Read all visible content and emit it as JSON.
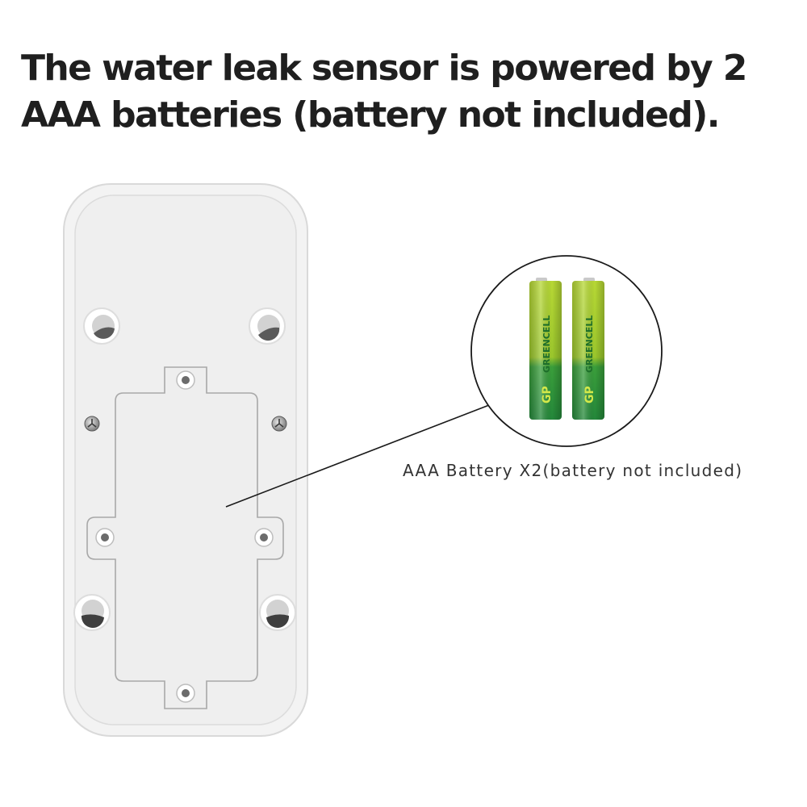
{
  "headline": "The water leak sensor is powered by 2 AAA batteries (battery not included).",
  "callout": {
    "label": "AAA Battery X2(battery not included)"
  },
  "batteries": {
    "count": 2,
    "brand_text": "GREENCELL",
    "logo_text": "GP",
    "colors": {
      "top": "#a6cc2e",
      "bottom": "#2e9a3c",
      "cap": "#c9c9c9"
    }
  },
  "icons": {
    "screw": "screw-head-icon",
    "mount_hole": "mounting-hole-icon"
  },
  "colors": {
    "device_body": "#f2f2f2",
    "device_outline": "#d8d8d8",
    "text": "#1f1f1f"
  }
}
